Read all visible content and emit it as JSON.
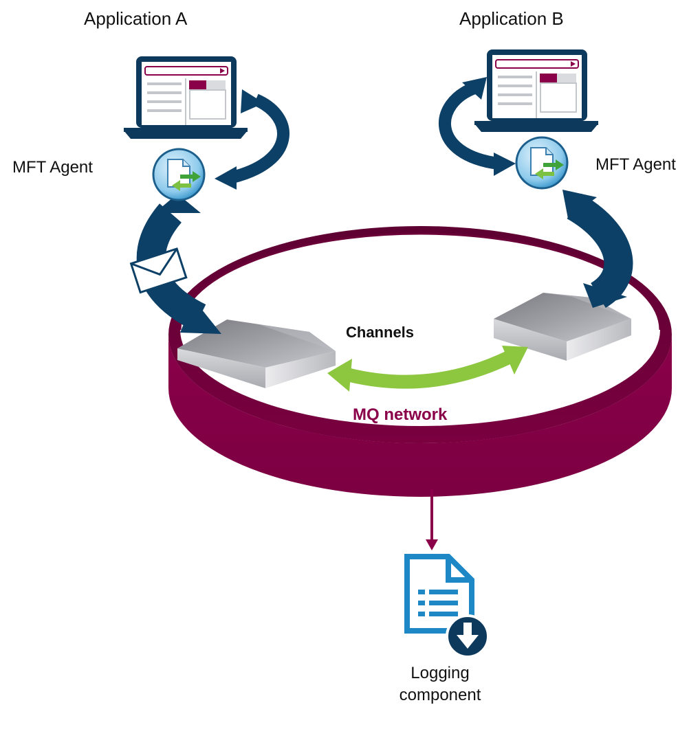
{
  "labels": {
    "app_a": "Application A",
    "app_b": "Application B",
    "agent_a": "MFT Agent",
    "agent_b": "MFT Agent",
    "channels": "Channels",
    "network": "MQ network",
    "logging_line1": "Logging",
    "logging_line2": "component"
  },
  "colors": {
    "ring": "#8a0049",
    "ring_dark": "#5e0032",
    "ring_light": "#a0155a",
    "arrow_navy": "#0d4066",
    "channel_arrow": "#8dc63f",
    "laptop_frame": "#0d3a5c",
    "laptop_accent": "#8a0049",
    "agent_icon_blue": "#2e90c8",
    "logging_icon": "#1e88c7",
    "logging_badge": "#0d3a5c"
  },
  "icons": {
    "laptop": "laptop-icon",
    "agent": "mft-agent-icon",
    "envelope": "envelope-icon",
    "queue_manager": "queue-manager-box-icon",
    "logging": "log-document-icon",
    "download": "download-arrow-icon"
  }
}
